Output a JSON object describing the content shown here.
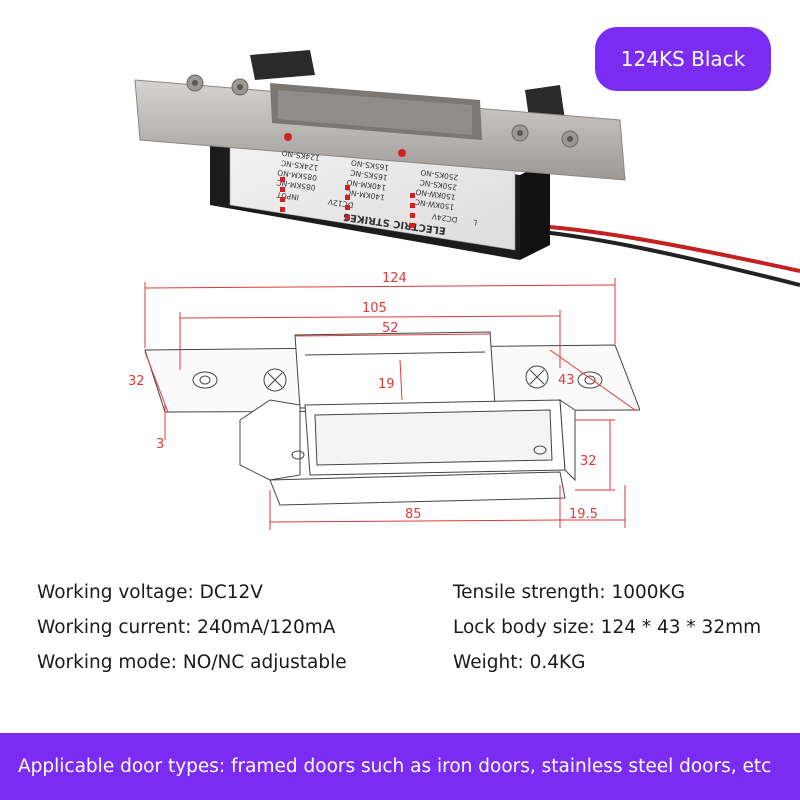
{
  "badge": {
    "label": "124KS Black"
  },
  "product": {
    "title": "ELECTRIC STRIKES",
    "input": "INPUT",
    "dc12": "DC12V",
    "dc24": "DC24V",
    "l": "L",
    "models_col1": [
      "085KM-NC",
      "085KM-NO",
      "124KS-NC",
      "124KS-NO"
    ],
    "models_col2": [
      "140KM-NC",
      "140KM-NO",
      "165KS-NC",
      "165KS-NO"
    ],
    "models_col3": [
      "150KW-NC",
      "150KW-NO",
      "250KS-NC",
      "250KS-NO"
    ]
  },
  "dimensions": {
    "overall_length": "124",
    "hole_spacing": "105",
    "opening_length": "52",
    "opening_width": "19",
    "plate_width": "32",
    "faceplate_width": "43",
    "plate_thickness": "3",
    "body_depth": "32",
    "body_length": "85",
    "offset": "19.5"
  },
  "specs": {
    "left": [
      "Working voltage: DC12V",
      "Working current: 240mA/120mA",
      "Working mode: NO/NC adjustable"
    ],
    "right": [
      "Tensile strength: 1000KG",
      "Lock body size: 124 * 43 * 32mm",
      "Weight: 0.4KG"
    ]
  },
  "footer": {
    "text": "Applicable door types: framed doors such as iron doors, stainless steel doors, etc"
  },
  "colors": {
    "accent": "#7b2cf2",
    "dimension": "#e03a3a"
  }
}
